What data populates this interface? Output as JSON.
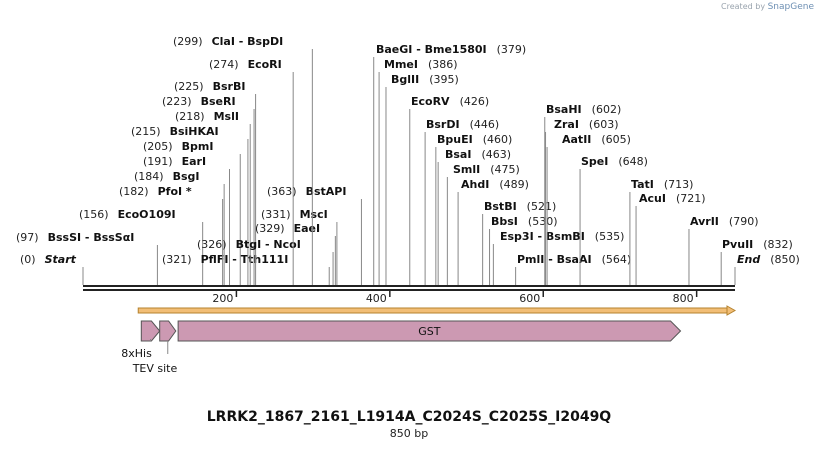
{
  "app": {
    "credit_prefix": "Created by",
    "credit_brand": "SnapGene"
  },
  "sequence": {
    "name": "LRRK2_1867_2161_L1914A_C2024S_C2025S_I2049Q",
    "length_label": "850 bp",
    "length": 850,
    "ruler_ticks": [
      200,
      400,
      600,
      800
    ]
  },
  "colors": {
    "backbone": "#222222",
    "feature_fill": "#cc99b2",
    "feature_stroke": "#555555",
    "orf_fill": "#f2be76",
    "orf_stroke": "#b5832f",
    "label_line": "#888888"
  },
  "sites": [
    {
      "names": [
        "Start"
      ],
      "pos": 0,
      "pos_label": "(0)",
      "italic": true
    },
    {
      "names": [
        "BssSI",
        "BssSαI"
      ],
      "pos": 97,
      "pos_label": "(97)"
    },
    {
      "names": [
        "EcoO109I"
      ],
      "pos": 156,
      "pos_label": "(156)"
    },
    {
      "names": [
        "PflFI",
        "Tth111I"
      ],
      "pos": 321,
      "pos_label": "(321)"
    },
    {
      "names": [
        "PfoI *"
      ],
      "pos": 182,
      "pos_label": "(182)"
    },
    {
      "names": [
        "BsgI"
      ],
      "pos": 184,
      "pos_label": "(184)"
    },
    {
      "names": [
        "EarI"
      ],
      "pos": 191,
      "pos_label": "(191)"
    },
    {
      "names": [
        "BpmI"
      ],
      "pos": 205,
      "pos_label": "(205)"
    },
    {
      "names": [
        "BsiHKAI"
      ],
      "pos": 215,
      "pos_label": "(215)"
    },
    {
      "names": [
        "MslI"
      ],
      "pos": 218,
      "pos_label": "(218)"
    },
    {
      "names": [
        "BseRI"
      ],
      "pos": 223,
      "pos_label": "(223)"
    },
    {
      "names": [
        "BsrBI"
      ],
      "pos": 225,
      "pos_label": "(225)"
    },
    {
      "names": [
        "BtgI",
        "NcoI"
      ],
      "pos": 326,
      "pos_label": "(326)"
    },
    {
      "names": [
        "EaeI"
      ],
      "pos": 329,
      "pos_label": "(329)"
    },
    {
      "names": [
        "MscI"
      ],
      "pos": 331,
      "pos_label": "(331)"
    },
    {
      "names": [
        "BstAPI"
      ],
      "pos": 363,
      "pos_label": "(363)"
    },
    {
      "names": [
        "EcoRI"
      ],
      "pos": 274,
      "pos_label": "(274)"
    },
    {
      "names": [
        "ClaI",
        "BspDI"
      ],
      "pos": 299,
      "pos_label": "(299)"
    },
    {
      "names": [
        "BaeGI",
        "Bme1580I"
      ],
      "pos": 379,
      "pos_label": "(379)"
    },
    {
      "names": [
        "MmeI"
      ],
      "pos": 386,
      "pos_label": "(386)"
    },
    {
      "names": [
        "BglII"
      ],
      "pos": 395,
      "pos_label": "(395)"
    },
    {
      "names": [
        "EcoRV"
      ],
      "pos": 426,
      "pos_label": "(426)"
    },
    {
      "names": [
        "BsrDI"
      ],
      "pos": 446,
      "pos_label": "(446)"
    },
    {
      "names": [
        "BpuEI"
      ],
      "pos": 460,
      "pos_label": "(460)"
    },
    {
      "names": [
        "BsaI"
      ],
      "pos": 463,
      "pos_label": "(463)"
    },
    {
      "names": [
        "SmlI"
      ],
      "pos": 475,
      "pos_label": "(475)"
    },
    {
      "names": [
        "AhdI"
      ],
      "pos": 489,
      "pos_label": "(489)"
    },
    {
      "names": [
        "BstBI"
      ],
      "pos": 521,
      "pos_label": "(521)"
    },
    {
      "names": [
        "BbsI"
      ],
      "pos": 530,
      "pos_label": "(530)"
    },
    {
      "names": [
        "Esp3I",
        "BsmBI"
      ],
      "pos": 535,
      "pos_label": "(535)"
    },
    {
      "names": [
        "PmlI",
        "BsaAI"
      ],
      "pos": 564,
      "pos_label": "(564)"
    },
    {
      "names": [
        "BsaHI"
      ],
      "pos": 602,
      "pos_label": "(602)"
    },
    {
      "names": [
        "ZraI"
      ],
      "pos": 603,
      "pos_label": "(603)"
    },
    {
      "names": [
        "AatII"
      ],
      "pos": 605,
      "pos_label": "(605)"
    },
    {
      "names": [
        "SpeI"
      ],
      "pos": 648,
      "pos_label": "(648)"
    },
    {
      "names": [
        "TatI"
      ],
      "pos": 713,
      "pos_label": "(713)"
    },
    {
      "names": [
        "AcuI"
      ],
      "pos": 721,
      "pos_label": "(721)"
    },
    {
      "names": [
        "AvrII"
      ],
      "pos": 790,
      "pos_label": "(790)"
    },
    {
      "names": [
        "PvuII"
      ],
      "pos": 832,
      "pos_label": "(832)"
    },
    {
      "names": [
        "End"
      ],
      "pos": 850,
      "pos_label": "(850)",
      "italic": true
    }
  ],
  "features": [
    {
      "name": "8xHis",
      "start": 76,
      "end": 100,
      "direction": "forward",
      "label_outside": true
    },
    {
      "name": "TEV site",
      "start": 100,
      "end": 121,
      "direction": "forward",
      "label_outside": true
    },
    {
      "name": "GST",
      "start": 124,
      "end": 779,
      "direction": "forward",
      "label_outside": false
    }
  ],
  "orfs": [
    {
      "start": 72,
      "end": 850,
      "direction": "forward"
    }
  ]
}
